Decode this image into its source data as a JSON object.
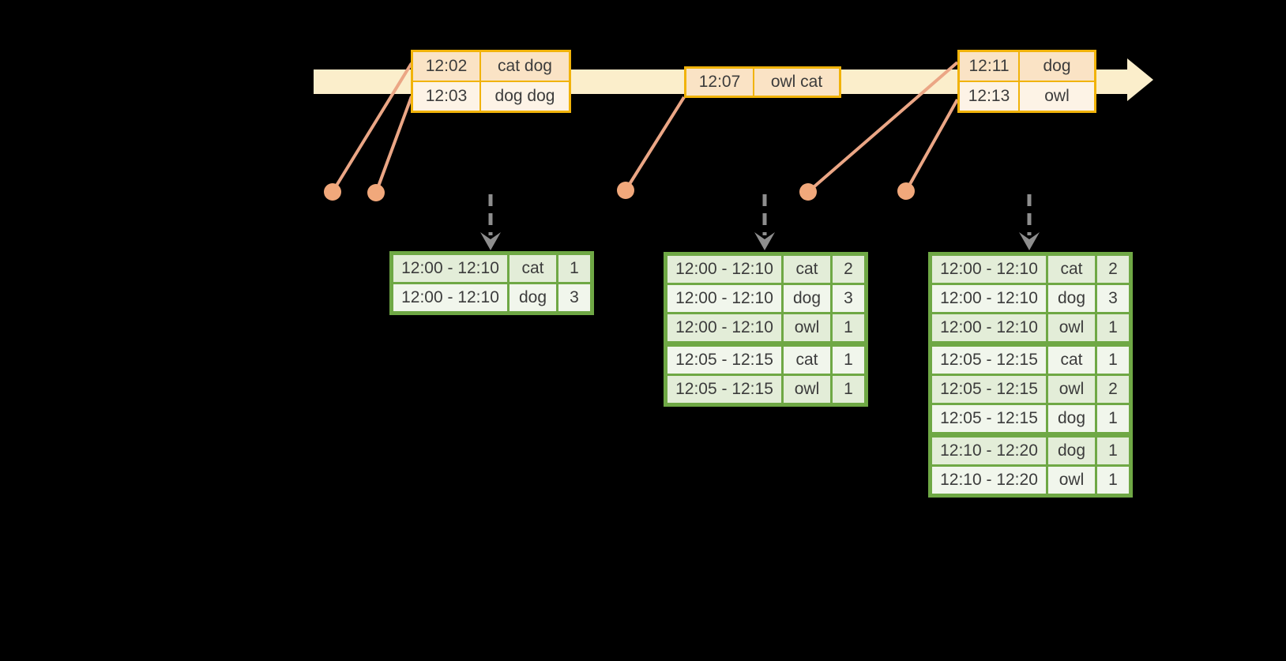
{
  "colors": {
    "background": "#000000",
    "timeline_band": "#FBEECB",
    "event_table_border": "#F1B30A",
    "event_row_dark": "#FAE3C5",
    "event_row_light": "#FDF3E6",
    "connector_line": "#EBA685",
    "marker_dot": "#F1A87B",
    "trigger_arrow": "#8E8E8E",
    "result_table_border": "#6FA845",
    "result_row_green": "#E3EDD8",
    "result_row_white": "#F1F6EC",
    "text": "#3C3C3C"
  },
  "event_tables": [
    {
      "rows": [
        {
          "time": "12:02",
          "words": "cat dog"
        },
        {
          "time": "12:03",
          "words": "dog dog"
        }
      ]
    },
    {
      "rows": [
        {
          "time": "12:07",
          "words": "owl cat"
        }
      ]
    },
    {
      "rows": [
        {
          "time": "12:11",
          "words": "dog"
        },
        {
          "time": "12:13",
          "words": "owl"
        }
      ]
    }
  ],
  "result_tables": [
    {
      "rows": [
        {
          "window": "12:00 - 12:10",
          "word": "cat",
          "count": "1"
        },
        {
          "window": "12:00 - 12:10",
          "word": "dog",
          "count": "3"
        }
      ]
    },
    {
      "rows": [
        {
          "window": "12:00 - 12:10",
          "word": "cat",
          "count": "2"
        },
        {
          "window": "12:00 - 12:10",
          "word": "dog",
          "count": "3"
        },
        {
          "window": "12:00 - 12:10",
          "word": "owl",
          "count": "1"
        },
        {
          "window": "12:05 - 12:15",
          "word": "cat",
          "count": "1"
        },
        {
          "window": "12:05 - 12:15",
          "word": "owl",
          "count": "1"
        }
      ]
    },
    {
      "rows": [
        {
          "window": "12:00 - 12:10",
          "word": "cat",
          "count": "2"
        },
        {
          "window": "12:00 - 12:10",
          "word": "dog",
          "count": "3"
        },
        {
          "window": "12:00 - 12:10",
          "word": "owl",
          "count": "1"
        },
        {
          "window": "12:05 - 12:15",
          "word": "cat",
          "count": "1"
        },
        {
          "window": "12:05 - 12:15",
          "word": "owl",
          "count": "2"
        },
        {
          "window": "12:05 - 12:15",
          "word": "dog",
          "count": "1"
        },
        {
          "window": "12:10 - 12:20",
          "word": "dog",
          "count": "1"
        },
        {
          "window": "12:10 - 12:20",
          "word": "owl",
          "count": "1"
        }
      ]
    }
  ]
}
